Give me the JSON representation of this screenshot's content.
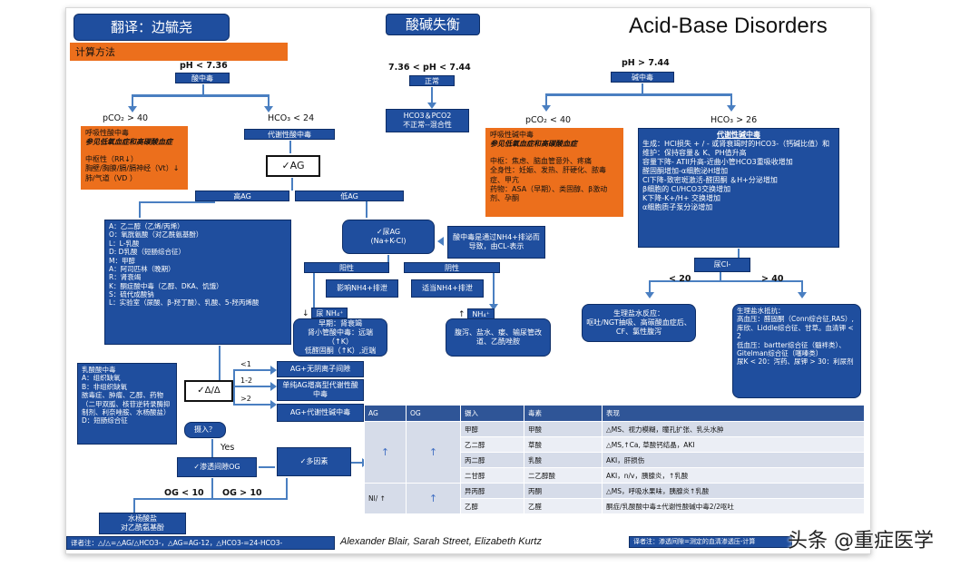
{
  "header": {
    "translator": "翻译：边毓尧",
    "title_cn": "酸碱失衡",
    "title_en": "Acid-Base Disorders",
    "method": "计算方法"
  },
  "top": {
    "left_cond": "pH < 7.36",
    "left_box": "酸中毒",
    "mid_cond": "7.36 < pH < 7.44",
    "mid_box": "正常",
    "mid_result": "HCO3＆PCO2\n不正常--混合性",
    "right_cond": "pH > 7.44",
    "right_box": "碱中毒"
  },
  "acid": {
    "pco2_label": "pCO₂ > 40",
    "hco3_label": "HCO₃ < 24",
    "resp_box": "呼吸性酸中毒\n参见低氧血症和高碳酸血症\n\n中枢性（RR↓）\n胸壁/胸膜/膈/膈神经（Vt）↓\n肺/气道（VD  ）",
    "resp_title": "呼吸性酸中毒",
    "resp_ref": "参见低氧血症和高碳酸血症",
    "resp_items": [
      "中枢性（RR↓）",
      "胸壁/胸膜/膈/膈神经（Vt）↓",
      "肺/气道（VD  ）"
    ],
    "metab_box": "代谢性酸中毒",
    "ag_check": "✓AG",
    "high_ag": "高AG",
    "low_ag": "低AG",
    "high_ag_list": "A：乙二醇（乙烯/丙烯）\nO：氧胱氨酸（对乙酰氨基酚）\nL：L-乳酸\nD: D乳酸（短肠综合征）\nM：甲醇\nA：阿司匹林（晚期）\nR：肾衰竭\nK：酮症酸中毒（乙醇、DKA、饥饿）\nS：硫代成酸钠\nL：实验室（尿酸、β-羟丁酸）、乳酸、5-羟丙烯酸",
    "urine_ag": "✓尿AG\n(Na+K-Cl)",
    "urine_note": "酸中毒是通过NH4+排泌而导致，由CL-表示",
    "positive": "阳性",
    "negative": "阴性",
    "affect_nh4": "影响NH4+排泄",
    "proper_nh4": "适当NH4+排泄",
    "down_nh4": "尿 NH₄⁺",
    "up_nh4": "NH₄⁺",
    "rta_box": "早期：肾衰竭\n肾小管酸中毒：远端（↑K）\n低醛固酮（↑K）,近端",
    "gi_box": "腹泻、盐水、瘘、输尿管改道、乙酰唑胺",
    "lactic_box": "乳酸酸中毒\nA：组织缺氧\nB：非组织缺氧\n脓毒症、肿瘤、乙醇、药物（二甲双胍、核苷逆转录酶抑制剂、利奈唑胺、水杨酸盐）\nD：短肠综合征",
    "delta_box": "✓Δ/Δ",
    "delta_lt1": "<1",
    "delta_12": "1-2",
    "delta_gt2": ">2",
    "ag_nonag": "AG+无阴离子间隙",
    "ag_pure": "单纯AG增高型代谢性酸中毒",
    "ag_alk": "AG+代谢性碱中毒",
    "ingestion": "摄入？",
    "yes": "Yes",
    "osm_gap": "✓渗透间隙OG",
    "multi": "✓多因素",
    "og_lt10": "OG < 10",
    "og_gt10": "OG > 10",
    "salicylate": "水杨酸盐\n对乙酰氨基酚"
  },
  "alk": {
    "pco2_label": "pCO₂ < 40",
    "hco3_label": "HCO₃ > 26",
    "resp_title": "呼吸性碱中毒",
    "resp_ref": "参见低氧血症和高碳酸血症",
    "resp_items": [
      "中枢：焦虑、脑血管意外、疼痛",
      "全身性：妊娠、发热、肝硬化、脓毒症、甲亢",
      "药物：ASA（早期）、类固醇、β激动剂、孕酮"
    ],
    "metab_title": "代谢性碱中毒",
    "metab_text": "生成：HCl损失 + / - 或肾衰竭时的HCO3-（钙碱比值）和\n维护：保持容量＆ K、PH值升高\n容量下降- ATII升高-近曲小管HCO3重吸收增加\n       醛固酮增加-α细胞泌H增加\nCl下降-致密斑激活-醛固酮 ＆H+分泌增加\n       β细胞的 Cl/HCO3交换增加\nK下降-K+/H+ 交换增加\n       α细胞质子泵分泌增加",
    "urine_cl": "尿Cl-",
    "lt20": "< 20",
    "gt40": "> 40",
    "saline_resp": "生理盐水反应：\n呕吐/NGT抽吸、高碳酸血症后、CF、氯性腹泻",
    "saline_res": "生理盐水抵抗：\n高血压：醛固酮（Conn综合征,RAS）,库欣、Liddle综合征、甘草。血清钾 < 2\n低血压：bartter综合征（髓袢类）、Gitelman综合征（噻嗪类）\n尿K < 20：泻药、尿钾 > 30：利尿剂"
  },
  "table": {
    "headers": [
      "AG",
      "OG",
      "摄入",
      "毒素",
      "表现"
    ],
    "rows": [
      {
        "intake": "甲醇",
        "toxin": "甲酸",
        "finding": "△MS、视力模糊，瞳孔扩张、乳头水肿"
      },
      {
        "intake": "乙二醇",
        "toxin": "草酸",
        "finding": "△MS,↑Ca, 草酸钙结晶，AKI"
      },
      {
        "intake": "丙二醇",
        "toxin": "乳酸",
        "finding": "AKI，肝损伤"
      },
      {
        "intake": "二甘醇",
        "toxin": "二乙醇酸",
        "finding": "AKI，n/v，胰腺炎，↑乳酸"
      },
      {
        "intake": "异丙醇",
        "toxin": "丙酮",
        "finding": "△MS，呼吸水果味，胰腺炎↑乳酸"
      },
      {
        "intake": "乙醇",
        "toxin": "乙醛",
        "finding": "酮症/乳酸酸中毒±代谢性酸碱中毒2/2呕吐"
      }
    ],
    "ag_up": "↑",
    "og_up": "↑",
    "nl_label": "Nl/ ↑"
  },
  "footer": {
    "note_left": "译者注：△/△=△AG/△HCO3-，△AG=AG-12，△HCO3-=24-HCO3-",
    "authors": "Alexander Blair, Sarah Street, Elizabeth Kurtz",
    "note_right": "译者注：渗透间隙=测定的血清渗透压-计算"
  },
  "watermark": "头条 @重症医学",
  "colors": {
    "box_blue": "#1f4e9e",
    "orange": "#ec6f1c",
    "arrow": "#4a7fc1",
    "table_head": "#2f5597"
  }
}
